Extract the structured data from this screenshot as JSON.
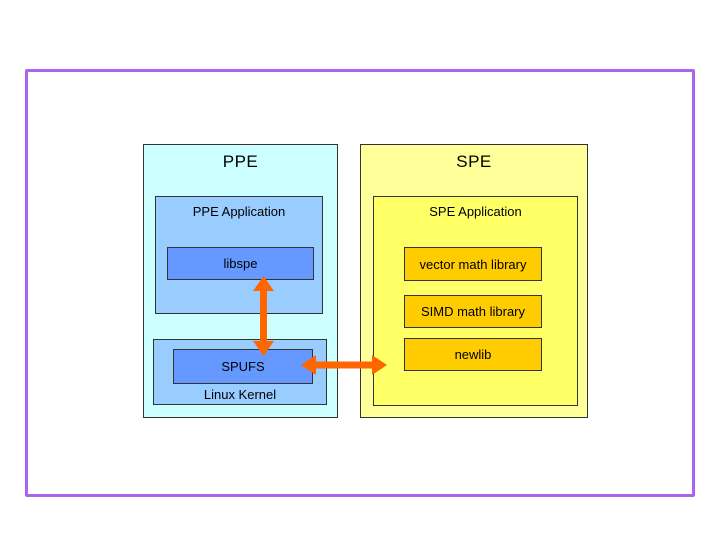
{
  "frame": {
    "border_color": "#a866f0"
  },
  "ppe": {
    "title": "PPE",
    "colors": {
      "outer": "#ccffff",
      "inner": "#99ccff",
      "module": "#6699ff"
    },
    "application": {
      "label": "PPE Application",
      "module": "libspe"
    },
    "kernel": {
      "label": "Linux Kernel",
      "module": "SPUFS"
    }
  },
  "spe": {
    "title": "SPE",
    "colors": {
      "outer": "#ffff99",
      "inner": "#ffff66",
      "module": "#ffcc00"
    },
    "application": {
      "label": "SPE Application",
      "modules": [
        {
          "label": "vector math library"
        },
        {
          "label": "SIMD math library"
        },
        {
          "label": "newlib"
        }
      ]
    }
  },
  "arrows": {
    "color": "#ff6600",
    "vertical": {
      "from": "libspe",
      "to": "SPUFS",
      "double_headed": true
    },
    "horizontal": {
      "from": "SPUFS",
      "to": "SPE",
      "double_headed": true
    }
  }
}
